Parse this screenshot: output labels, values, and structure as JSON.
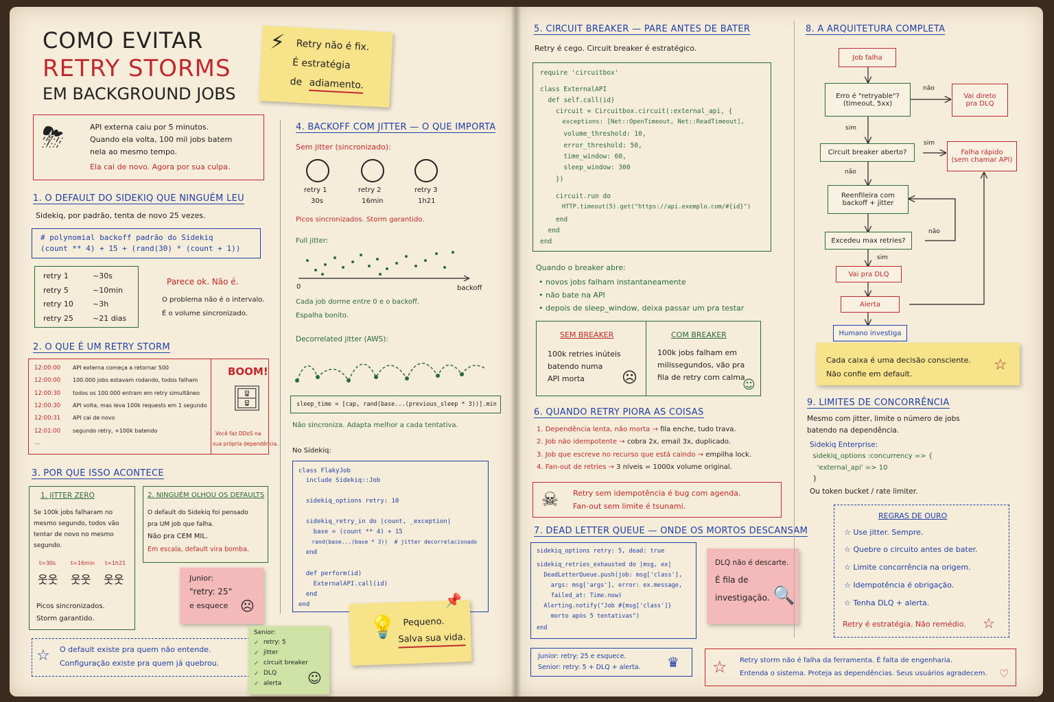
{
  "title": {
    "line1": "COMO EVITAR",
    "line2": "RETRY STORMS",
    "line3": "EM BACKGROUND JOBS"
  },
  "sticky_top": {
    "l1": "Retry não é fix.",
    "l2": "É estratégia",
    "l3": "de",
    "l4": "adiamento."
  },
  "intro": {
    "l1": "API externa caiu por 5 minutos.",
    "l2": "Quando ela volta, 100 mil jobs batem",
    "l3": "nela ao mesmo tempo.",
    "l4": "Ela cai de novo. Agora por sua culpa."
  },
  "s1": {
    "title": "1. O DEFAULT DO SIDEKIQ QUE NINGUÉM LEU",
    "text": "Sidekiq, por padrão, tenta de novo 25 vezes.",
    "code1": "# polynomial backoff padrão do Sidekiq",
    "code2": "(count ** 4) + 15 + (rand(30) * (count + 1))",
    "rows": [
      {
        "k": "retry 1",
        "v": "~30s"
      },
      {
        "k": "retry 5",
        "v": "~10min"
      },
      {
        "k": "retry 10",
        "v": "~3h"
      },
      {
        "k": "retry 25",
        "v": "~21 dias"
      }
    ],
    "note1": "Parece ok. Não é.",
    "note2": "O problema não é o intervalo.",
    "note3": "É o volume sincronizado."
  },
  "s2": {
    "title": "2. O QUE É UM RETRY STORM",
    "rows": [
      {
        "t": "12:00:00",
        "m": "API externa começa a retornar 500"
      },
      {
        "t": "12:00:00",
        "m": "100.000 jobs estavam rodando, todos falham"
      },
      {
        "t": "12:00:30",
        "m": "todos os 100.000 entram em retry simultâneo"
      },
      {
        "t": "12:00:30",
        "m": "API volta, mas leva 100k requests em 1 segundo"
      },
      {
        "t": "12:00:31",
        "m": "API cai de novo"
      },
      {
        "t": "12:01:00",
        "m": "segundo retry, +100k batendo"
      },
      {
        "t": "...",
        "m": ""
      }
    ],
    "boom": "BOOM!",
    "ddos1": "Você faz DDoS na",
    "ddos2": "sua própria dependência."
  },
  "s3": {
    "title": "3. POR QUE ISSO ACONTECE",
    "a_title": "1. JITTER ZERO",
    "a1": "Se 100k jobs falharam no",
    "a2": "mesmo segundo, todos vão",
    "a3": "tentar de novo no mesmo",
    "a4": "segundo.",
    "tlabels": [
      "t=30s",
      "t=16min",
      "t=1h21"
    ],
    "a5": "Picos sincronizados.",
    "a6": "Storm garantido.",
    "b_title": "2. NINGUÉM OLHOU OS DEFAULTS",
    "b1": "O default do Sidekiq foi pensado",
    "b2": "pra UM job que falha.",
    "b3": "Não pra CEM MIL.",
    "b4": "Em escala, default vira bomba."
  },
  "junior": {
    "l1": "Junior:",
    "l2": "\"retry: 25\"",
    "l3": "e esquece"
  },
  "senior": {
    "l0": "Senior:",
    "items": [
      "retry: 5",
      "jitter",
      "circuit breaker",
      "DLQ",
      "alerta"
    ]
  },
  "default_note": {
    "l1": "O default existe pra quem não entende.",
    "l2": "Configuração existe pra quem já quebrou."
  },
  "s4": {
    "title": "4. BACKOFF COM JITTER — O QUE IMPORTA",
    "sem": "Sem jitter (sincronizado):",
    "clocks": [
      {
        "a": "retry 1",
        "b": "30s"
      },
      {
        "a": "retry 2",
        "b": "16min"
      },
      {
        "a": "retry 3",
        "b": "1h21"
      }
    ],
    "picos": "Picos sincronizados. Storm garantido.",
    "full": "Full jitter:",
    "axis0": "0",
    "axis1": "backoff",
    "f1": "Cada job dorme entre 0 e o backoff.",
    "f2": "Espalha bonito.",
    "decor": "Decorrelated jitter (AWS):",
    "formula": "sleep_time = [cap, rand(base...(previous_sleep * 3))].min",
    "nao": "Não sincroniza. Adapta melhor a cada tentativa.",
    "nosk": "No Sidekiq:",
    "code": [
      "class FlakyJob",
      "  include Sidekiq::Job",
      "",
      "  sidekiq_options retry: 10",
      "",
      "  sidekiq_retry_in do |count, _exception|",
      "    base = (count ** 4) + 15",
      "    rand(base...(base * 3))  # jitter decorrelacionado",
      "  end",
      "",
      "  def perform(id)",
      "    ExternalAPI.call(id)",
      "  end",
      "end"
    ]
  },
  "sticky_small": {
    "l1": "Pequeno.",
    "l2": "Salva sua vida."
  },
  "s5": {
    "title": "5. CIRCUIT BREAKER — PARE ANTES DE BATER",
    "sub": "Retry é cego. Circuit breaker é estratégico.",
    "code": [
      "require 'circuitbox'",
      "",
      "class ExternalAPI",
      "  def self.call(id)",
      "    circuit = Circuitbox.circuit(:external_api, {",
      "      exceptions: [Net::OpenTimeout, Net::ReadTimeout],",
      "      volume_threshold: 10,",
      "      error_threshold: 50,",
      "      time_window: 60,",
      "      sleep_window: 300",
      "    })",
      "",
      "    circuit.run do",
      "      HTTP.timeout(5).get(\"https://api.exemplo.com/#{id}\")",
      "    end",
      "  end",
      "end"
    ],
    "abre": "Quando o breaker abre:",
    "b1": "novos jobs falham instantaneamente",
    "b2": "não bate na API",
    "b3": "depois de sleep_window, deixa passar um pra testar",
    "sem_t": "SEM BREAKER",
    "sem1": "100k retries inúteis",
    "sem2": "batendo numa",
    "sem3": "API morta",
    "com_t": "COM BREAKER",
    "com1": "100k jobs falham em",
    "com2": "milissegundos, vão pra",
    "com3": "fila de retry com calma"
  },
  "s6": {
    "title": "6. QUANDO RETRY PIORA AS COISAS",
    "items": [
      {
        "n": "1.",
        "a": "Dependência lenta, não morta",
        "b": "fila enche, tudo trava."
      },
      {
        "n": "2.",
        "a": "Job não idempotente",
        "b": "cobra 2x, email 3x, duplicado."
      },
      {
        "n": "3.",
        "a": "Job que escreve no recurso que está caindo",
        "b": "empilha lock."
      },
      {
        "n": "4.",
        "a": "Fan-out de retries",
        "b": "3 níveis = 1000x volume original."
      }
    ],
    "w1": "Retry sem idempotência é bug com agenda.",
    "w2": "Fan-out sem limite é tsunami."
  },
  "s7": {
    "title": "7. DEAD LETTER QUEUE — ONDE OS MORTOS DESCANSAM",
    "code": [
      "sidekiq_options retry: 5, dead: true",
      "",
      "sidekiq_retries_exhausted do |msg, ex|",
      "  DeadLetterQueue.push(job: msg['class'],",
      "    args: msg['args'], error: ex.message,",
      "    failed_at: Time.now)",
      "  Alerting.notify(\"Job #{msg['class']}",
      "    morto após 5 tentativas\")",
      "end"
    ],
    "dlq1": "DLQ não é descarte.",
    "dlq2": "É fila de",
    "dlq3": "investigação.",
    "js1": "Junior: retry: 25 e esquece.",
    "js2": "Senior: retry: 5 + DLQ + alerta."
  },
  "s8": {
    "title": "8. A ARQUITETURA COMPLETA",
    "n1": "Job falha",
    "n2a": "Erro é \"retryable\"?",
    "n2b": "(timeout, 5xx)",
    "n3a": "Vai direto",
    "n3b": "pra DLQ",
    "n4": "Circuit breaker aberto?",
    "n5a": "Falha rápido",
    "n5b": "(sem chamar API)",
    "n6a": "Reenfileira com",
    "n6b": "backoff + jitter",
    "n7": "Excedeu max retries?",
    "n8": "Vai pra DLQ",
    "n9": "Alerta",
    "n10": "Humano investiga",
    "nao": "não",
    "sim": "sim",
    "note1": "Cada caixa é uma decisão consciente.",
    "note2": "Não confie em default."
  },
  "s9": {
    "title": "9. LIMITES DE CONCORRÊNCIA",
    "t1": "Mesmo com jitter, limite o número de jobs",
    "t2": "batendo na dependência.",
    "ent": "Sidekiq Enterprise:",
    "c1": "  sidekiq_options :concurrency => {",
    "c2": "    'external_api' => 10",
    "c3": "  }",
    "t3": "Ou token bucket / rate limiter."
  },
  "rules": {
    "title": "REGRAS DE OURO",
    "items": [
      "Use jitter. Sempre.",
      "Quebre o circuito antes de bater.",
      "Limite concorrência na origem.",
      "Idempotência é obrigação.",
      "Tenha DLQ + alerta."
    ],
    "end": "Retry é estratégia. Não remédio."
  },
  "footer": {
    "l1": "Retry storm não é falha da ferramenta. É falta de engenharia.",
    "l2": "Entenda o sistema. Proteja as dependências. Seus usuários agradecem."
  }
}
